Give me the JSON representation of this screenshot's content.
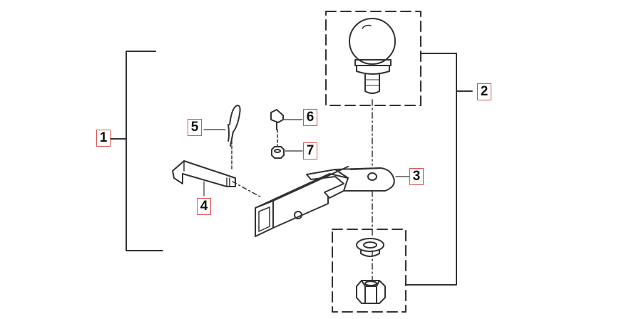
{
  "callouts": [
    {
      "id": "1",
      "label": "1"
    },
    {
      "id": "2",
      "label": "2"
    },
    {
      "id": "3",
      "label": "3"
    },
    {
      "id": "4",
      "label": "4"
    },
    {
      "id": "5",
      "label": "5"
    },
    {
      "id": "6",
      "label": "6"
    },
    {
      "id": "7",
      "label": "7"
    }
  ],
  "colors": {
    "line": "#333333",
    "callout_border": "#d9534f",
    "background": "#ffffff"
  }
}
